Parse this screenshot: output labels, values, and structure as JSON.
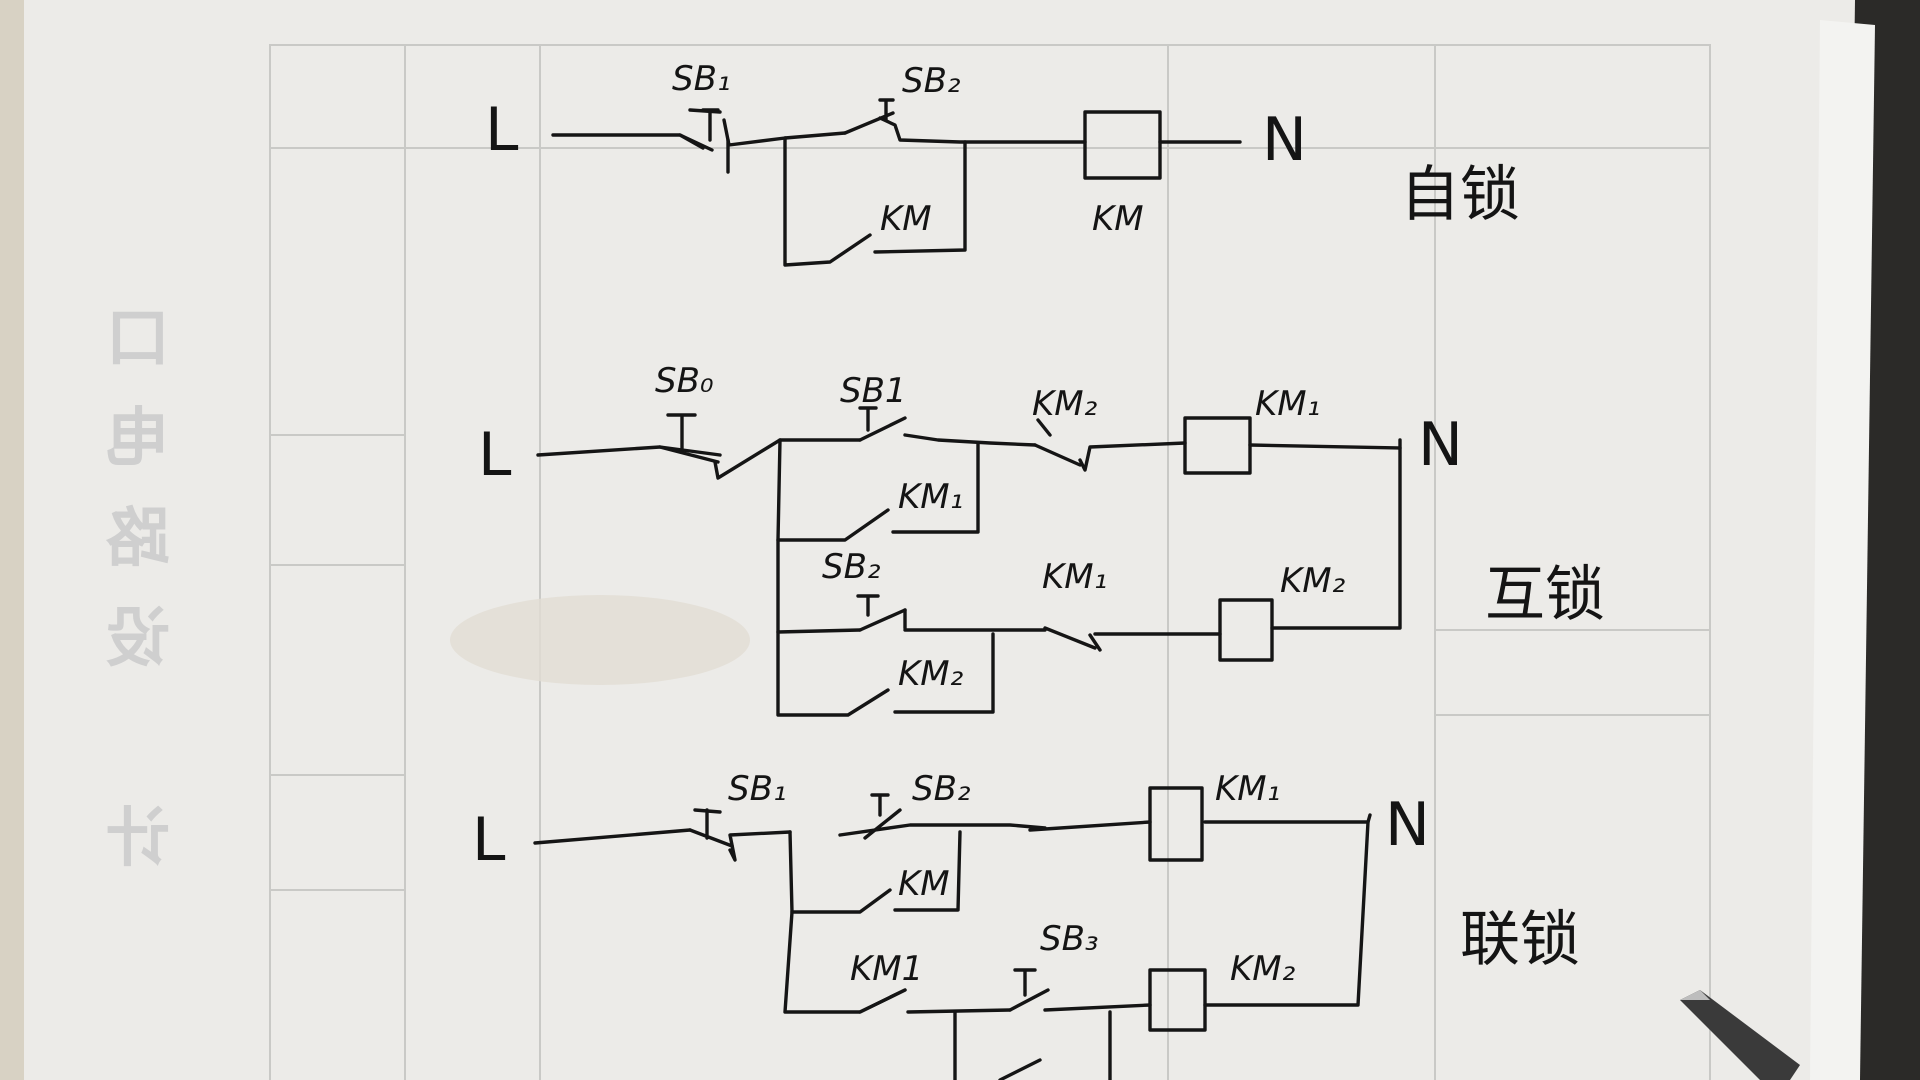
{
  "paper": {
    "side_text": [
      "口",
      "电",
      "路",
      "设",
      "计"
    ]
  },
  "circuits": [
    {
      "title": "自锁",
      "line": "L",
      "neutral": "N",
      "labels": {
        "stop": "SB₁",
        "start": "SB₂",
        "hold": "KM",
        "coil": "KM"
      }
    },
    {
      "title": "互锁",
      "line": "L",
      "neutral": "N",
      "labels": {
        "stop": "SB₀",
        "start1": "SB1",
        "interlock1": "KM₂",
        "coil1": "KM₁",
        "hold1": "KM₁",
        "start2": "SB₂",
        "interlock2": "KM₁",
        "coil2": "KM₂",
        "hold2": "KM₂"
      }
    },
    {
      "title": "联锁",
      "line": "L",
      "neutral": "N",
      "labels": {
        "stop": "SB₁",
        "start1": "SB₂",
        "coil1": "KM₁",
        "hold1": "KM",
        "enable": "KM1",
        "start2": "SB₃",
        "coil2": "KM₂"
      }
    }
  ]
}
